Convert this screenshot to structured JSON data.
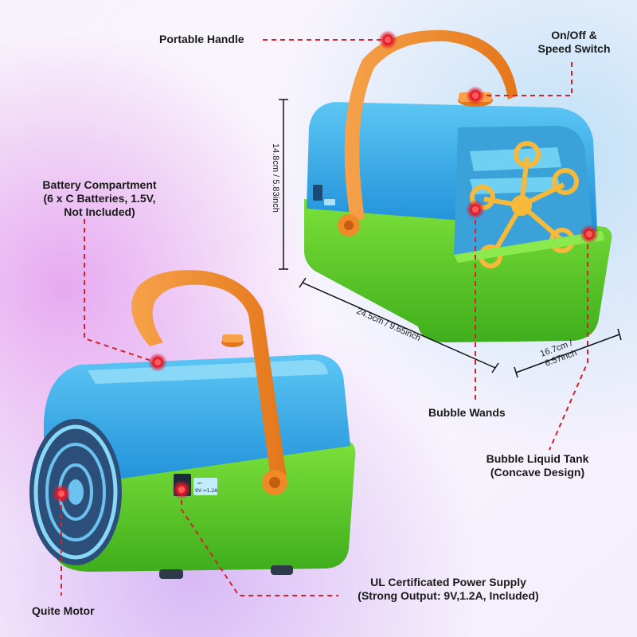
{
  "labels": {
    "portable_handle": "Portable Handle",
    "onoff_line1": "On/Off &",
    "onoff_line2": "Speed Switch",
    "battery_line1": "Battery Compartment",
    "battery_line2": "(6 x C Batteries, 1.5V,",
    "battery_line3": "Not Included)",
    "bubble_wands": "Bubble Wands",
    "tank_line1": "Bubble Liquid Tank",
    "tank_line2": "(Concave Design)",
    "power_line1": "UL Certificated Power Supply",
    "power_line2": "(Strong Output: 9V,1.2A, Included)",
    "motor": "Quite Motor"
  },
  "dimensions": {
    "height": "14.8cm / 5.83inch",
    "length": "24.5cm / 9.65inch",
    "width_line1": "16.7cm /",
    "width_line2": "6.57inch"
  },
  "product_markings": {
    "dc_symbol": "⎓",
    "power_rating": "9V ⎓1.2A"
  },
  "colors": {
    "body_blue": "#2aa6e8",
    "base_green": "#5cd12a",
    "handle_orange": "#f08a26",
    "wand_yellow": "#f6b93a",
    "marker_red": "#e0182a",
    "leader_red": "#d91f2a"
  }
}
